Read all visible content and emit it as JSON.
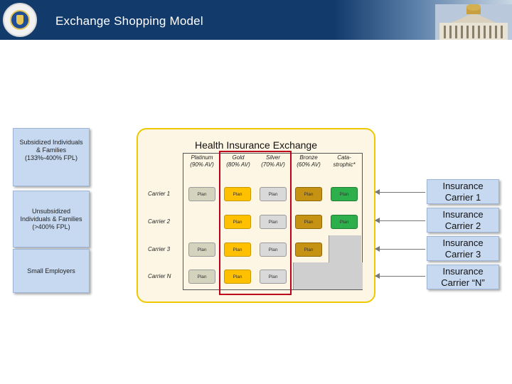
{
  "header": {
    "title": "Exchange Shopping Model"
  },
  "buyers": [
    {
      "label": "Subsidized Individuals & Families (133%-400% FPL)"
    },
    {
      "label": "Unsubsidized Individuals & Families (>400% FPL)"
    },
    {
      "label": "Small Employers"
    }
  ],
  "exchange": {
    "title": "Health Insurance Exchange",
    "columns": [
      {
        "name": "Platinum",
        "av": "(90% AV)"
      },
      {
        "name": "Gold",
        "av": "(80% AV)"
      },
      {
        "name": "Silver",
        "av": "(70% AV)"
      },
      {
        "name": "Bronze",
        "av": "(60% AV)"
      },
      {
        "name": "Cata-",
        "av": "strophic*"
      }
    ],
    "rows": [
      {
        "label": "Carrier 1",
        "cells": [
          "Plan",
          "Plan",
          "Plan",
          "Plan",
          "Plan"
        ]
      },
      {
        "label": "Carrier 2",
        "cells": [
          "",
          "Plan",
          "Plan",
          "Plan",
          "Plan"
        ]
      },
      {
        "label": "Carrier 3",
        "cells": [
          "Plan",
          "Plan",
          "Plan",
          "Plan",
          ""
        ]
      },
      {
        "label": "Carrier N",
        "cells": [
          "Plan",
          "Plan",
          "Plan",
          "",
          ""
        ]
      }
    ]
  },
  "carriers": [
    {
      "label": "Insurance Carrier 1"
    },
    {
      "label": "Insurance Carrier 2"
    },
    {
      "label": "Insurance Carrier 3"
    },
    {
      "label": "Insurance Carrier “N”"
    }
  ],
  "colors": {
    "header": "#123a6b",
    "exchange_border": "#f0c800",
    "platinum": "#d4d3bd",
    "gold": "#ffc000",
    "silver": "#d9d9d9",
    "bronze": "#c69214",
    "catastrophic": "#2db04c",
    "highlight": "#c0001a",
    "box_fill": "#c6d9f1"
  }
}
